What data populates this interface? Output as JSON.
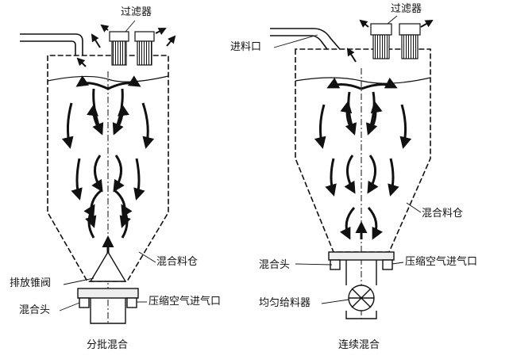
{
  "left_diagram": {
    "caption": "分批混合",
    "labels": {
      "filter": "过滤器",
      "bin": "混合料仓",
      "cone_valve": "排放锥阀",
      "mixing_head": "混合头",
      "air_inlet": "压缩空气进气口"
    }
  },
  "right_diagram": {
    "caption": "连续混合",
    "labels": {
      "filter": "过滤器",
      "feed_inlet": "进料口",
      "bin": "混合料仓",
      "mixing_head": "混合头",
      "air_inlet": "压缩空气进气口",
      "feeder": "均匀给料器"
    }
  },
  "colors": {
    "ink": "#111111",
    "fill": "#eeeeee"
  }
}
